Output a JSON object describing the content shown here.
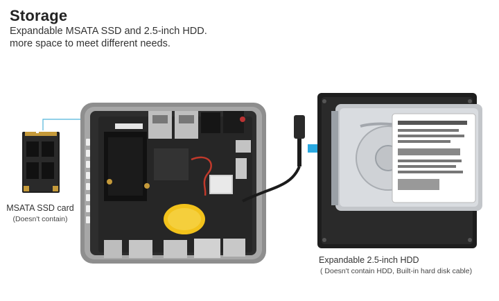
{
  "header": {
    "title": "Storage",
    "subtitle_line1": "Expandable MSATA SSD and 2.5-inch HDD.",
    "subtitle_line2": "more space to meet different needs."
  },
  "msata": {
    "label": "MSATA SSD card",
    "note": "(Doesn't contain)"
  },
  "hdd": {
    "label": "Expandable 2.5-inch HDD",
    "note": "( Doesn't contain HDD, Built-in hard disk cable)"
  },
  "colors": {
    "accent_arrow": "#29a9e1",
    "callout_line": "#4fb3d9",
    "pcb": "#2b2b2b",
    "case": "#9a9a9a",
    "hdd_metal": "#c9ccd0",
    "bracket": "#1e1e1e",
    "cmos_battery": "#f2c21b"
  },
  "icons": [
    "arrow-right-icon"
  ]
}
